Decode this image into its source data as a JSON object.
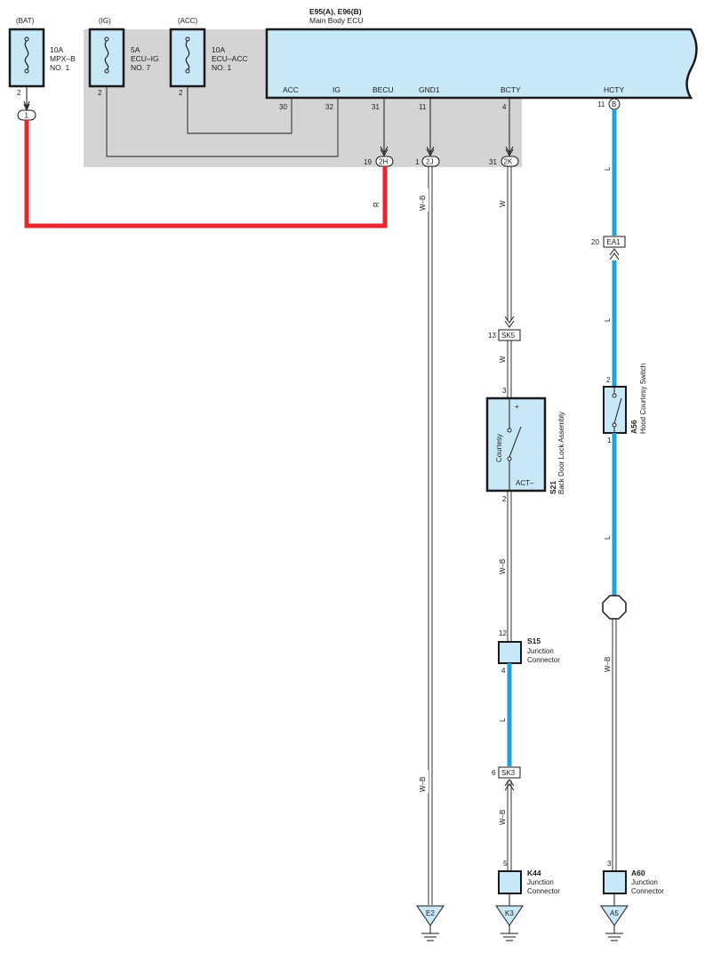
{
  "ecu": {
    "title": "E95(A), E96(B)",
    "subtitle": "Main Body ECU",
    "pins": {
      "acc": {
        "label": "ACC",
        "num": "30"
      },
      "ig": {
        "label": "IG",
        "num": "32"
      },
      "becu": {
        "label": "BECU",
        "num": "31"
      },
      "gnd1": {
        "label": "GND1",
        "num": "11"
      },
      "bcty": {
        "label": "BCTY",
        "num": "4"
      },
      "hcty": {
        "label": "HCTY",
        "num": "11",
        "conn": "B"
      }
    }
  },
  "fuses": [
    {
      "source": "(BAT)",
      "amp": "10A",
      "name1": "MPX–B",
      "name2": "NO. 1",
      "pin": "2"
    },
    {
      "source": "(IG)",
      "amp": "5A",
      "name1": "ECU–IG",
      "name2": "NO. 7",
      "pin": "2"
    },
    {
      "source": "(ACC)",
      "amp": "10A",
      "name1": "ECU–ACC",
      "name2": "NO. 1",
      "pin": "2"
    }
  ],
  "bat_connector": "1",
  "junctions": {
    "j2h": {
      "label": "2H",
      "pin": "19"
    },
    "j2j": {
      "label": "2J",
      "pin": "1"
    },
    "j2k": {
      "label": "2K",
      "pin": "31"
    },
    "ea1": {
      "label": "EA1",
      "pin": "20"
    },
    "sk5": {
      "label": "SK5",
      "pin": "13"
    },
    "sk3": {
      "label": "SK3",
      "pin": "6"
    }
  },
  "wires": {
    "r": "R",
    "wb_gnd": "W–B",
    "w1": "W",
    "w2": "W",
    "l1": "L",
    "l2": "L",
    "l3": "L",
    "l_s15": "L",
    "wb_s21": "W–B",
    "wb_a60": "W–B",
    "wb_gnd_low": "W–B",
    "wb_k44": "W–B"
  },
  "components": {
    "s21": {
      "code": "S21",
      "name": "Back Door Lock Assembly",
      "inner": "Courtesy",
      "plus": "+",
      "minus": "ACT–",
      "pin_top": "3",
      "pin_bottom": "2"
    },
    "a56": {
      "code": "A56",
      "name": "Hood Courtesy Switch",
      "pin_top": "2",
      "pin_bottom": "1"
    },
    "s15": {
      "code": "S15",
      "name1": "Junction",
      "name2": "Connector",
      "pin_top": "12",
      "pin_bottom": "4"
    },
    "k44": {
      "code": "K44",
      "name1": "Junction",
      "name2": "Connector",
      "pin": "5"
    },
    "a60": {
      "code": "A60",
      "name1": "Junction",
      "name2": "Connector",
      "pin": "3"
    }
  },
  "grounds": {
    "e2": "E2",
    "k3": "K3",
    "a5": "A5"
  },
  "colors": {
    "wire_red": "#e8262b",
    "wire_blue": "#1aa3dc",
    "component_fill": "#c8e8f8",
    "ecu_fill": "#c8e8f8",
    "shade": "#d4d4d4"
  }
}
